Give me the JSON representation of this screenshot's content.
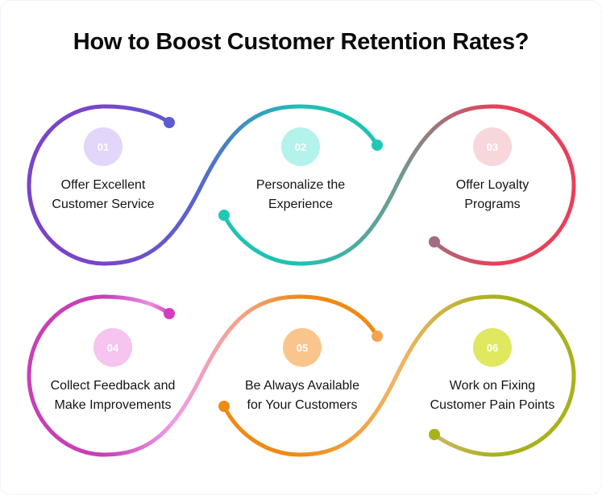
{
  "title": "How to Boost Customer Retention Rates?",
  "steps": [
    {
      "number": "01",
      "line1": "Offer Excellent",
      "line2": "Customer Service",
      "badge_color": "#e2d6fb",
      "stroke_color": "#7a44c9"
    },
    {
      "number": "02",
      "line1": "Personalize the",
      "line2": "Experience",
      "badge_color": "#b4f2ec",
      "stroke_color": "#1fc2b2"
    },
    {
      "number": "03",
      "line1": "Offer Loyalty",
      "line2": "Programs",
      "badge_color": "#f7d6dc",
      "stroke_color": "#e8405a"
    },
    {
      "number": "04",
      "line1": "Collect Feedback and",
      "line2": "Make Improvements",
      "badge_color": "#f6c4ee",
      "stroke_color": "#c83fb6"
    },
    {
      "number": "05",
      "line1": "Be Always Available",
      "line2": "for Your Customers",
      "badge_color": "#f9c58d",
      "stroke_color": "#ef8a14"
    },
    {
      "number": "06",
      "line1": "Work on Fixing",
      "line2": "Customer Pain Points",
      "badge_color": "#dfe85e",
      "stroke_color": "#a8b21c"
    }
  ]
}
